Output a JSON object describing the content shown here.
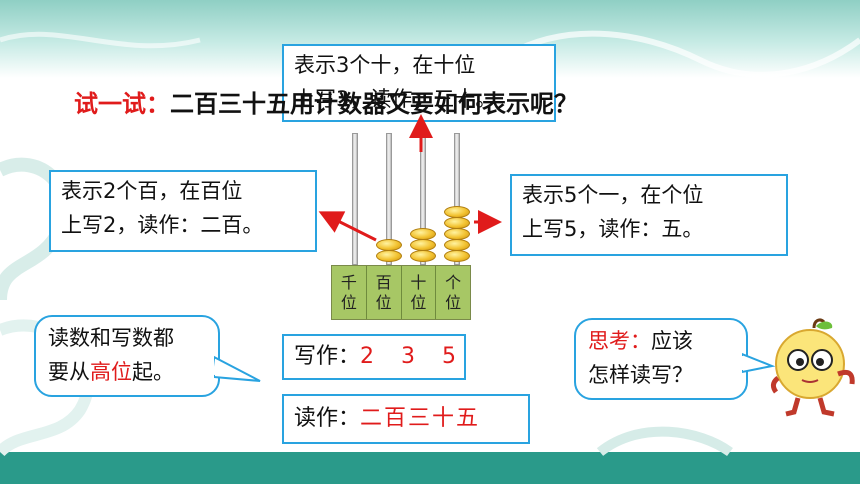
{
  "heading": {
    "prefix": "试一试：",
    "text": "二百三十五用计数器又要如何表示呢？"
  },
  "callout_tens": {
    "line1": "表示3个十，在十位",
    "line2": "上写3，读作：三十。"
  },
  "callout_hundreds": {
    "line1": "表示2个百，在百位",
    "line2": "上写2，读作：二百。"
  },
  "callout_ones": {
    "line1": "表示5个一，在个位",
    "line2": "上写5，读作：五。"
  },
  "abacus": {
    "places": [
      {
        "c1": "千",
        "c2": "位",
        "beads": 0
      },
      {
        "c1": "百",
        "c2": "位",
        "beads": 2
      },
      {
        "c1": "十",
        "c2": "位",
        "beads": 3
      },
      {
        "c1": "个",
        "c2": "位",
        "beads": 5
      }
    ]
  },
  "tip": {
    "line1": "读数和写数都",
    "line2_pre": "要从",
    "line2_hl": "高位",
    "line2_post": "起。"
  },
  "write": {
    "label": "写作：",
    "value": "2 3 5"
  },
  "read": {
    "label": "读作：",
    "value": "二百三十五"
  },
  "think": {
    "prefix": "思考：",
    "line1": "应该",
    "line2": "怎样读写？"
  },
  "colors": {
    "accent_red": "#e01b1b",
    "border_blue": "#29a3e0",
    "band_teal": "#2a9a8a",
    "bead_gold": "#f2c230",
    "base_green": "#a7c765"
  }
}
